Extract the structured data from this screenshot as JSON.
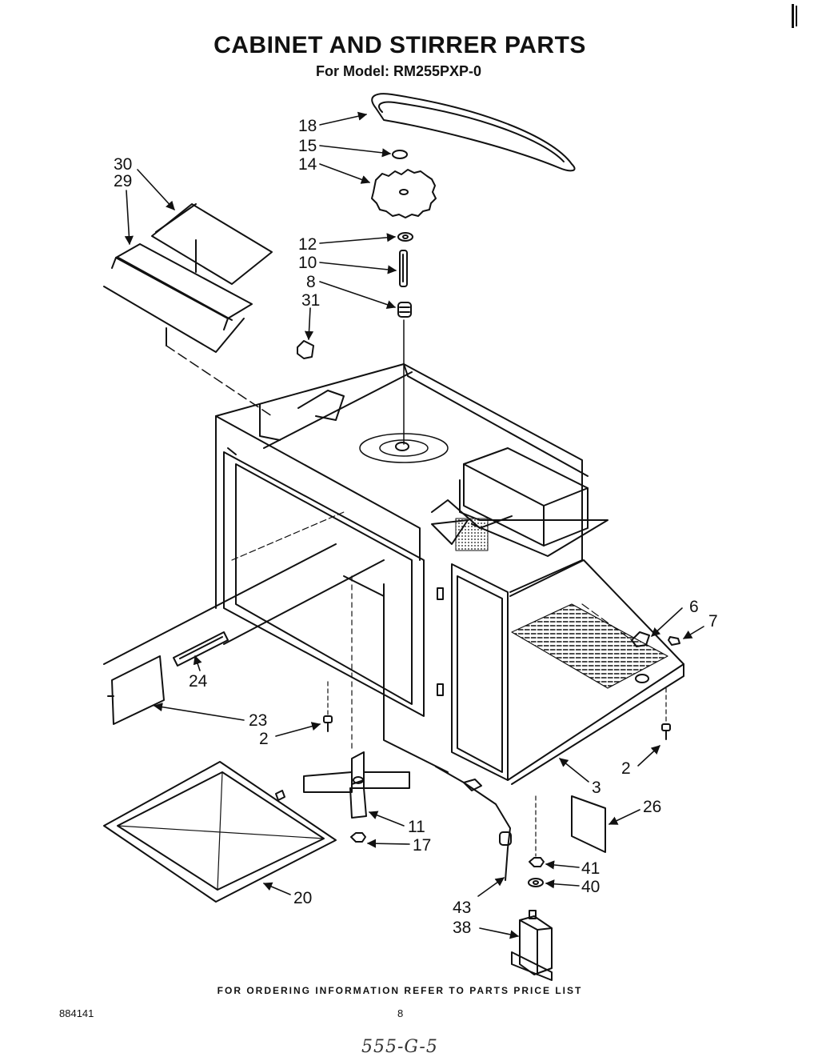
{
  "title": "CABINET AND STIRRER PARTS",
  "subtitle": "For Model: RM255PXP-0",
  "footer": "FOR ORDERING INFORMATION REFER TO PARTS PRICE LIST",
  "doc_number": "884141",
  "page_number": "8",
  "handwritten_note": "555-G-5",
  "callouts": {
    "p18": "18",
    "p15": "15",
    "p14": "14",
    "p30": "30",
    "p29": "29",
    "p12": "12",
    "p10": "10",
    "p8": "8",
    "p31": "31",
    "p6": "6",
    "p7": "7",
    "p24": "24",
    "p23": "23",
    "p2a": "2",
    "p2b": "2",
    "p3": "3",
    "p26": "26",
    "p11": "11",
    "p17": "17",
    "p20": "20",
    "p41": "41",
    "p40": "40",
    "p43": "43",
    "p38": "38"
  }
}
